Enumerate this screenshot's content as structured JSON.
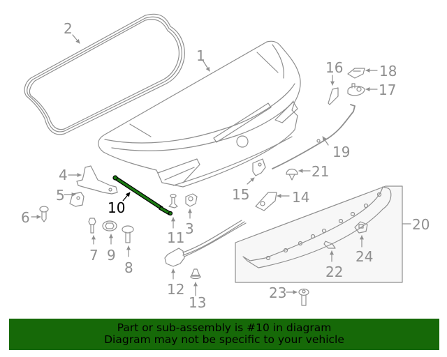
{
  "diagram": {
    "title": "Trunk lid / decklid assembly parts diagram",
    "highlighted_part": "10",
    "colors": {
      "line": "#8f8f8f",
      "highlight_fill": "#1b7a12",
      "highlight_label": "#000000",
      "inset_fill": "#f7f7f7",
      "banner_bg": "#166908"
    },
    "callouts": [
      {
        "num": "1",
        "part": "trunk-lid"
      },
      {
        "num": "2",
        "part": "weatherstrip-seal"
      },
      {
        "num": "3",
        "part": "bumper-stop"
      },
      {
        "num": "4",
        "part": "hinge-bracket"
      },
      {
        "num": "5",
        "part": "bracket"
      },
      {
        "num": "6",
        "part": "screw"
      },
      {
        "num": "7",
        "part": "bolt"
      },
      {
        "num": "8",
        "part": "screw"
      },
      {
        "num": "9",
        "part": "nut"
      },
      {
        "num": "10",
        "part": "lift-support-strut"
      },
      {
        "num": "11",
        "part": "push-clip"
      },
      {
        "num": "12",
        "part": "latch-actuator"
      },
      {
        "num": "13",
        "part": "bumper"
      },
      {
        "num": "14",
        "part": "striker"
      },
      {
        "num": "15",
        "part": "bracket"
      },
      {
        "num": "16",
        "part": "lamp-lens"
      },
      {
        "num": "17",
        "part": "lamp-socket"
      },
      {
        "num": "18",
        "part": "license-lamp"
      },
      {
        "num": "19",
        "part": "release-cable"
      },
      {
        "num": "20",
        "part": "trim-garnish-assembly"
      },
      {
        "num": "21",
        "part": "clip"
      },
      {
        "num": "22",
        "part": "seal"
      },
      {
        "num": "23",
        "part": "screw"
      },
      {
        "num": "24",
        "part": "bracket"
      }
    ]
  },
  "labels": {
    "l1": "1",
    "l2": "2",
    "l3": "3",
    "l4": "4",
    "l5": "5",
    "l6": "6",
    "l7": "7",
    "l8": "8",
    "l9": "9",
    "l10": "10",
    "l11": "11",
    "l12": "12",
    "l13": "13",
    "l14": "14",
    "l15": "15",
    "l16": "16",
    "l17": "17",
    "l18": "18",
    "l19": "19",
    "l20": "20",
    "l21": "21",
    "l22": "22",
    "l23": "23",
    "l24": "24"
  },
  "banner": {
    "line1": "Part or sub-assembly is #10 in diagram",
    "line2": "Diagram may not be specific to your vehicle"
  }
}
